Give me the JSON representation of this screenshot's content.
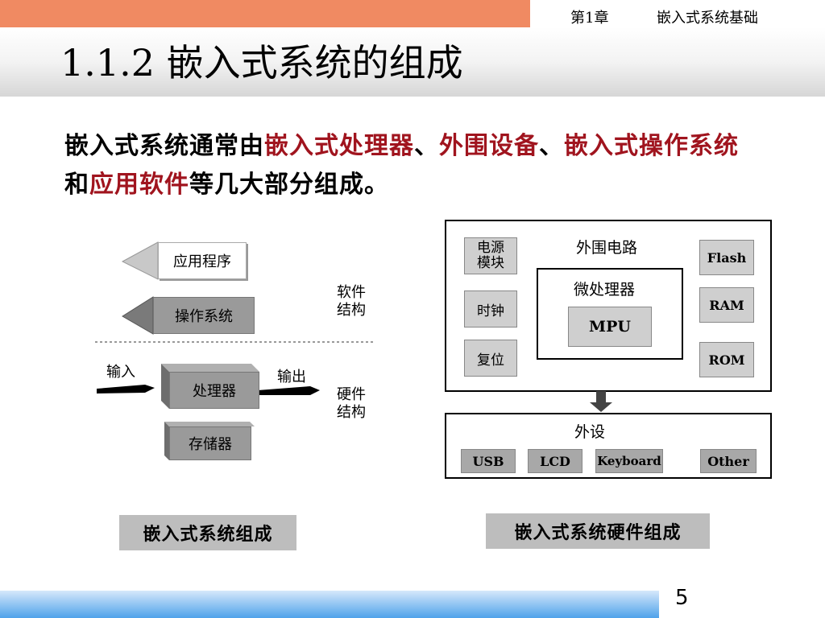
{
  "header": {
    "chapter_num": "第1章",
    "chapter_title": "嵌入式系统基础",
    "slide_title": "1.1.2  嵌入式系统的组成"
  },
  "intro": {
    "p1": "嵌入式系统通常由",
    "h1": "嵌入式处理器",
    "p2": "、",
    "h2": "外围设备",
    "p3": "、",
    "h3": "嵌入式操作系统",
    "p4": "和",
    "h4": "应用软件",
    "p5": "等几大部分组成。"
  },
  "left_diagram": {
    "app": "应用程序",
    "os": "操作系统",
    "software_label_1": "软件",
    "software_label_2": "结构",
    "input": "输入",
    "processor": "处理器",
    "output": "输出",
    "storage": "存储器",
    "hardware_label_1": "硬件",
    "hardware_label_2": "结构",
    "caption": "嵌入式系统组成"
  },
  "right_diagram": {
    "power_1": "电源",
    "power_2": "模块",
    "clock": "时钟",
    "reset": "复位",
    "peripheral_circuit": "外围电路",
    "microprocessor": "微处理器",
    "mpu": "MPU",
    "flash": "Flash",
    "ram": "RAM",
    "rom": "ROM",
    "peripherals": "外设",
    "usb": "USB",
    "lcd": "LCD",
    "keyboard": "Keyboard",
    "other": "Other",
    "caption": "嵌入式系统硬件组成"
  },
  "footer": {
    "page_number": "5"
  }
}
